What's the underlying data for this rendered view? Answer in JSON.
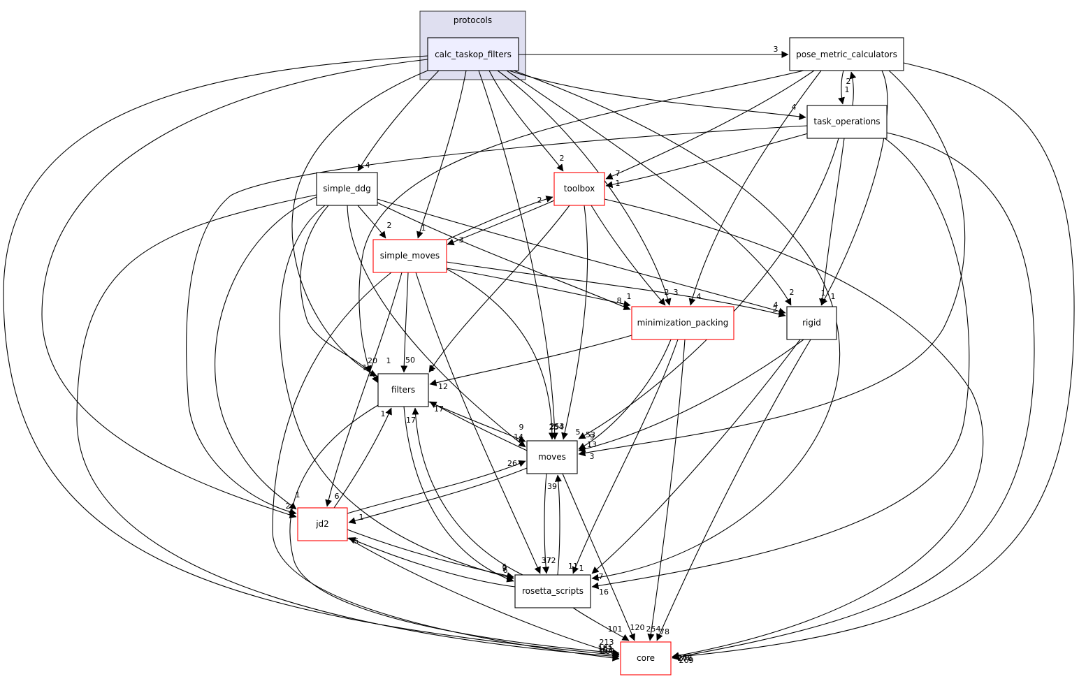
{
  "cluster": {
    "label": "protocols",
    "fill": "#dfdff0",
    "stroke": "#333333"
  },
  "colors": {
    "normal_border": "#000000",
    "external_border": "#ff0000",
    "focus_fill": "#eeeeff",
    "node_fill": "#ffffff"
  },
  "nodes": [
    {
      "id": "calc_taskop_filters",
      "label": "calc_taskop_filters",
      "style": "focus"
    },
    {
      "id": "pose_metric_calculators",
      "label": "pose_metric_calculators",
      "style": "normal"
    },
    {
      "id": "task_operations",
      "label": "task_operations",
      "style": "normal"
    },
    {
      "id": "simple_ddg",
      "label": "simple_ddg",
      "style": "normal"
    },
    {
      "id": "toolbox",
      "label": "toolbox",
      "style": "external"
    },
    {
      "id": "simple_moves",
      "label": "simple_moves",
      "style": "external"
    },
    {
      "id": "minimization_packing",
      "label": "minimization_packing",
      "style": "external"
    },
    {
      "id": "rigid",
      "label": "rigid",
      "style": "normal"
    },
    {
      "id": "filters",
      "label": "filters",
      "style": "normal"
    },
    {
      "id": "moves",
      "label": "moves",
      "style": "normal"
    },
    {
      "id": "jd2",
      "label": "jd2",
      "style": "external"
    },
    {
      "id": "rosetta_scripts",
      "label": "rosetta_scripts",
      "style": "normal"
    },
    {
      "id": "core",
      "label": "core",
      "style": "external"
    }
  ],
  "edges": [
    {
      "from": "calc_taskop_filters",
      "to": "pose_metric_calculators",
      "label": "3"
    },
    {
      "from": "calc_taskop_filters",
      "to": "task_operations",
      "label": "4"
    },
    {
      "from": "calc_taskop_filters",
      "to": "simple_ddg",
      "label": "4"
    },
    {
      "from": "calc_taskop_filters",
      "to": "toolbox",
      "label": "2"
    },
    {
      "from": "calc_taskop_filters",
      "to": "simple_moves",
      "label": "1"
    },
    {
      "from": "calc_taskop_filters",
      "to": "minimization_packing",
      "label": "3"
    },
    {
      "from": "calc_taskop_filters",
      "to": "rigid",
      "label": "2"
    },
    {
      "from": "calc_taskop_filters",
      "to": "filters",
      "label": "20"
    },
    {
      "from": "calc_taskop_filters",
      "to": "moves",
      "label": "253"
    },
    {
      "from": "calc_taskop_filters",
      "to": "jd2",
      "label": "2"
    },
    {
      "from": "calc_taskop_filters",
      "to": "rosetta_scripts",
      "label": "7"
    },
    {
      "from": "calc_taskop_filters",
      "to": "core",
      "label": "103"
    },
    {
      "from": "pose_metric_calculators",
      "to": "task_operations",
      "label": "1"
    },
    {
      "from": "task_operations",
      "to": "pose_metric_calculators",
      "label": "2"
    },
    {
      "from": "pose_metric_calculators",
      "to": "toolbox",
      "label": "7"
    },
    {
      "from": "pose_metric_calculators",
      "to": "minimization_packing",
      "label": "4"
    },
    {
      "from": "pose_metric_calculators",
      "to": "rigid",
      "label": "1"
    },
    {
      "from": "pose_metric_calculators",
      "to": "filters",
      "label": "1"
    },
    {
      "from": "pose_metric_calculators",
      "to": "moves",
      "label": "3"
    },
    {
      "from": "pose_metric_calculators",
      "to": "core",
      "label": "262"
    },
    {
      "from": "task_operations",
      "to": "toolbox",
      "label": "1"
    },
    {
      "from": "task_operations",
      "to": "rigid",
      "label": "1"
    },
    {
      "from": "task_operations",
      "to": "moves",
      "label": "53"
    },
    {
      "from": "task_operations",
      "to": "jd2",
      "label": "2"
    },
    {
      "from": "task_operations",
      "to": "rosetta_scripts",
      "label": "16"
    },
    {
      "from": "task_operations",
      "to": "core",
      "label": "276"
    },
    {
      "from": "simple_ddg",
      "to": "simple_moves",
      "label": "2"
    },
    {
      "from": "simple_ddg",
      "to": "minimization_packing",
      "label": "1"
    },
    {
      "from": "simple_ddg",
      "to": "rigid",
      "label": "4"
    },
    {
      "from": "simple_ddg",
      "to": "filters",
      "label": "1"
    },
    {
      "from": "simple_ddg",
      "to": "moves",
      "label": "9"
    },
    {
      "from": "simple_ddg",
      "to": "jd2",
      "label": "1"
    },
    {
      "from": "simple_ddg",
      "to": "rosetta_scripts",
      "label": "6"
    },
    {
      "from": "simple_ddg",
      "to": "core",
      "label": "101"
    },
    {
      "from": "toolbox",
      "to": "simple_moves",
      "label": "3"
    },
    {
      "from": "simple_moves",
      "to": "toolbox",
      "label": "2"
    },
    {
      "from": "toolbox",
      "to": "minimization_packing",
      "label": "2"
    },
    {
      "from": "toolbox",
      "to": "filters",
      "label": "1"
    },
    {
      "from": "toolbox",
      "to": "moves",
      "label": "5"
    },
    {
      "from": "toolbox",
      "to": "core",
      "label": "269"
    },
    {
      "from": "simple_moves",
      "to": "minimization_packing",
      "label": "8"
    },
    {
      "from": "simple_moves",
      "to": "rigid",
      "label": "2"
    },
    {
      "from": "simple_moves",
      "to": "filters",
      "label": "50"
    },
    {
      "from": "simple_moves",
      "to": "moves",
      "label": "254"
    },
    {
      "from": "simple_moves",
      "to": "jd2",
      "label": "6"
    },
    {
      "from": "simple_moves",
      "to": "rosetta_scripts",
      "label": "37"
    },
    {
      "from": "simple_moves",
      "to": "core",
      "label": "154"
    },
    {
      "from": "minimization_packing",
      "to": "filters",
      "label": "12"
    },
    {
      "from": "minimization_packing",
      "to": "moves",
      "label": "9"
    },
    {
      "from": "minimization_packing",
      "to": "rosetta_scripts",
      "label": "11"
    },
    {
      "from": "minimization_packing",
      "to": "core",
      "label": "254"
    },
    {
      "from": "rigid",
      "to": "moves",
      "label": "13"
    },
    {
      "from": "rigid",
      "to": "rosetta_scripts",
      "label": "1"
    },
    {
      "from": "rigid",
      "to": "core",
      "label": "78"
    },
    {
      "from": "filters",
      "to": "moves",
      "label": "14"
    },
    {
      "from": "moves",
      "to": "filters",
      "label": "17"
    },
    {
      "from": "filters",
      "to": "rosetta_scripts",
      "label": "5"
    },
    {
      "from": "rosetta_scripts",
      "to": "filters",
      "label": "17"
    },
    {
      "from": "filters",
      "to": "core",
      "label": "213"
    },
    {
      "from": "jd2",
      "to": "filters",
      "label": "1"
    },
    {
      "from": "jd2",
      "to": "moves",
      "label": "26"
    },
    {
      "from": "moves",
      "to": "jd2",
      "label": "1"
    },
    {
      "from": "jd2",
      "to": "rosetta_scripts",
      "label": "9"
    },
    {
      "from": "rosetta_scripts",
      "to": "jd2",
      "label": "5"
    },
    {
      "from": "jd2",
      "to": "core",
      "label": "181"
    },
    {
      "from": "moves",
      "to": "rosetta_scripts",
      "label": "372"
    },
    {
      "from": "rosetta_scripts",
      "to": "moves",
      "label": "39"
    },
    {
      "from": "moves",
      "to": "core",
      "label": "120"
    },
    {
      "from": "rosetta_scripts",
      "to": "core",
      "label": "101"
    }
  ]
}
